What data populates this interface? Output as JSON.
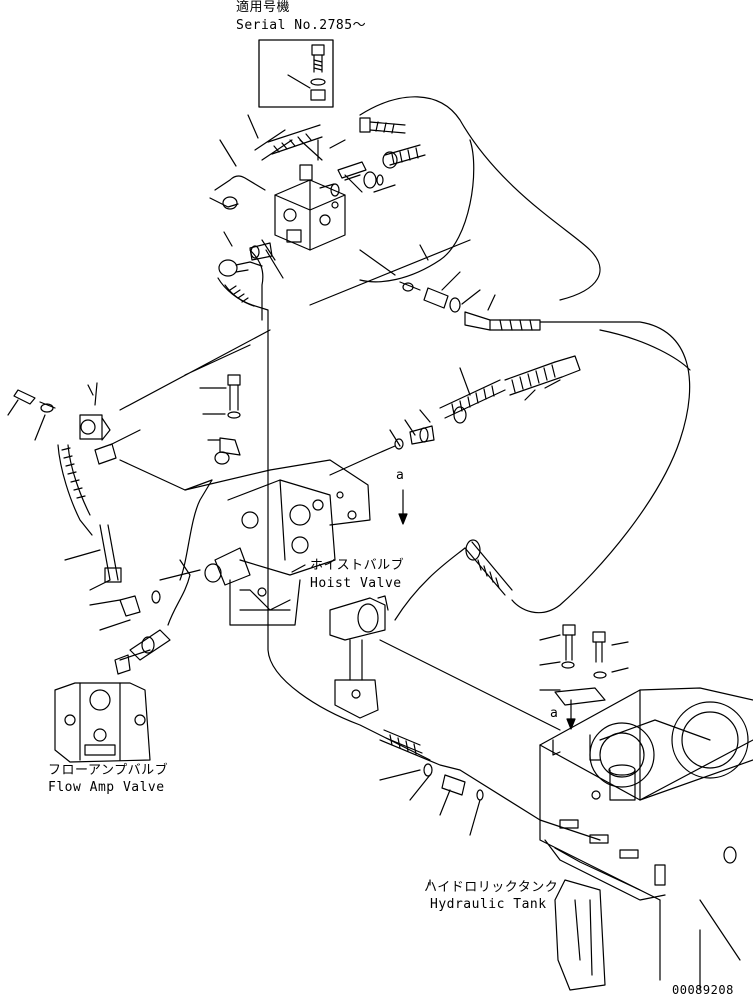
{
  "serial_box": {
    "title": "適用号機",
    "serial": "Serial No.2785～"
  },
  "callouts": {
    "hoist_valve_jp": "ホイストバルブ",
    "hoist_valve_en": "Hoist Valve",
    "flow_amp_jp": "フローアンプバルブ",
    "flow_amp_en": "Flow Amp Valve",
    "hyd_tank_jp": "ハイドロリックタンク",
    "hyd_tank_en": "Hydraulic Tank",
    "view_marker_1": "a",
    "view_marker_2": "a"
  },
  "drawing_number": "00089208",
  "colors": {
    "line": "#000000",
    "background": "#ffffff"
  }
}
